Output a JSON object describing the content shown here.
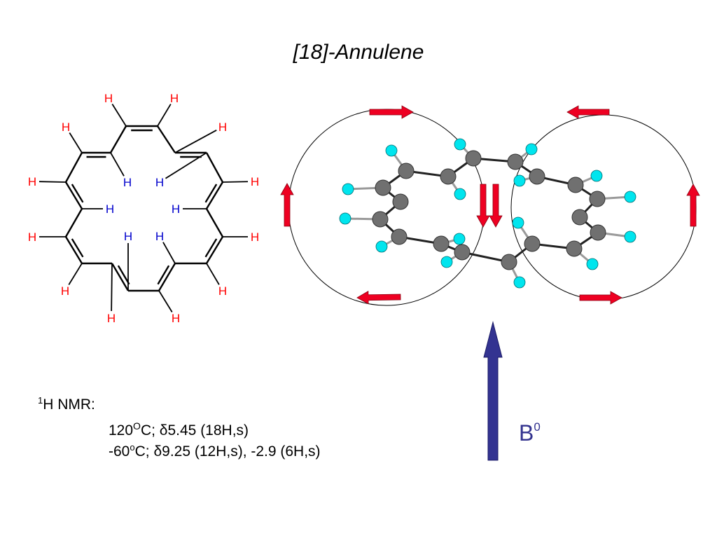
{
  "title": "[18]-Annulene",
  "colors": {
    "outer_h": "#ff0000",
    "inner_h": "#0000cc",
    "bond": "#000000",
    "carbon": "#707070",
    "hydrogen": "#00e5ee",
    "current_arrow": "#ee0022",
    "field_arrow": "#333391"
  },
  "annulene": {
    "outer_h_label": "H",
    "inner_h_label": "H"
  },
  "nmr": {
    "header_sup": "1",
    "header_text": "H NMR:",
    "line1": {
      "temp": "120",
      "deg": "O",
      "unit": "C; ",
      "delta": "δ",
      "shifts": "5.45 (18H,s)"
    },
    "line2": {
      "temp": "-60",
      "deg": "o",
      "unit": "C; ",
      "delta": "δ",
      "shifts": "9.25 (12H,s), -2.9 (6H,s)"
    }
  },
  "field": {
    "label": "B",
    "sup": "0"
  }
}
